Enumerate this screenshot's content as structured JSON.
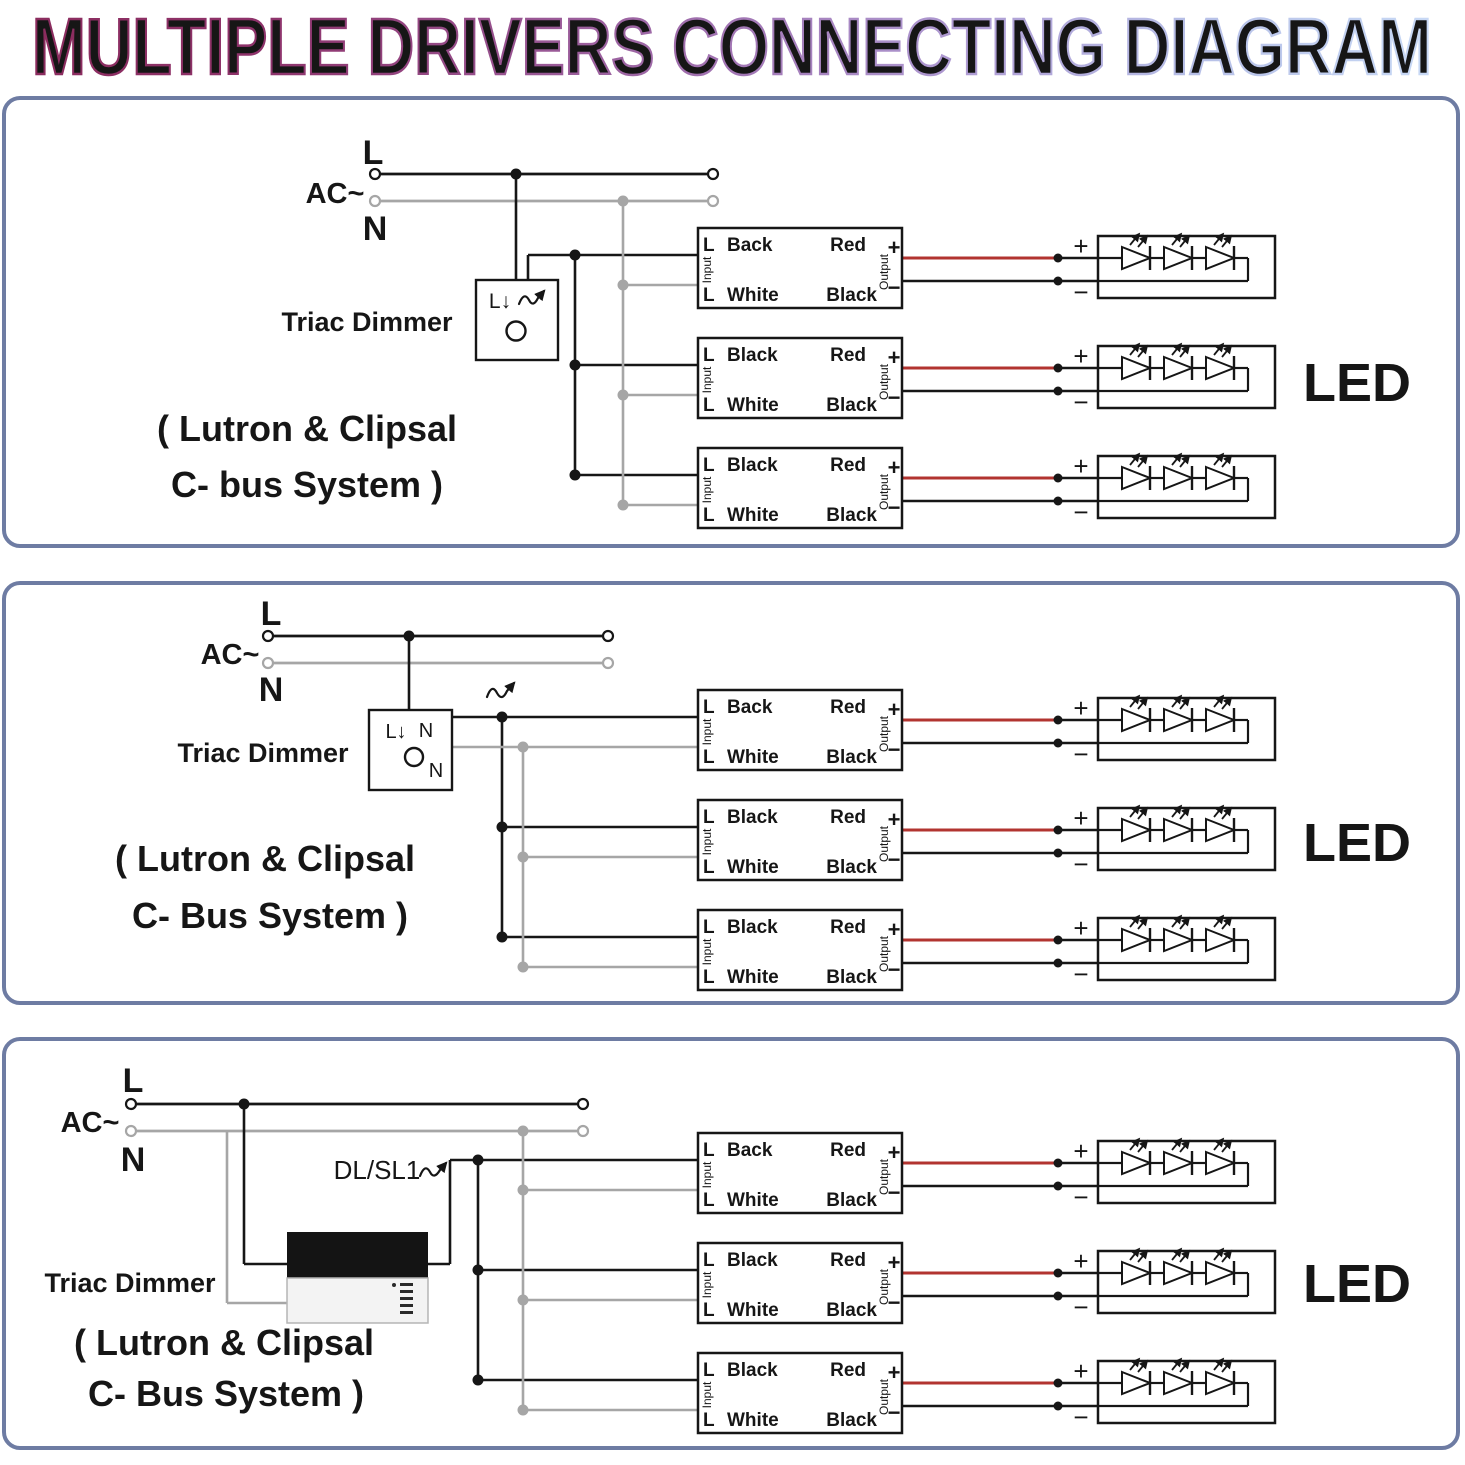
{
  "title": "MULTIPLE DRIVERS CONNECTING DIAGRAM",
  "colors": {
    "panel_border": "#6e7ca3",
    "wire": "#161616",
    "wire_neutral": "#a6a6a6",
    "wire_positive": "#b23430",
    "title_gradient": [
      "#8b2c5e",
      "#8e336b",
      "#97518e",
      "#a276b4",
      "#af9cd3",
      "#b7c0e7",
      "#c8d9f5"
    ]
  },
  "panels": [
    {
      "ac": {
        "live": "L",
        "label": "AC~",
        "neutral": "N"
      },
      "dimmer": {
        "label": "Triac Dimmer",
        "live_terminal": "L↓",
        "dim_symbol_icon": "phase-dim-arrow",
        "dial_icon": "circle-outline"
      },
      "caption": [
        "( Lutron & Clipsal",
        "C- bus System )"
      ],
      "drivers": [
        {
          "prefix": "L",
          "top": "Back",
          "bottom": "White",
          "input": "Input",
          "output": "Output",
          "red": "Red",
          "black": "Black",
          "plus": "+",
          "minus": "−"
        },
        {
          "prefix": "L",
          "top": "Black",
          "bottom": "White",
          "input": "Input",
          "output": "Output",
          "red": "Red",
          "black": "Black",
          "plus": "+",
          "minus": "−"
        },
        {
          "prefix": "L",
          "top": "Black",
          "bottom": "White",
          "input": "Input",
          "output": "Output",
          "red": "Red",
          "black": "Black",
          "plus": "+",
          "minus": "−"
        }
      ],
      "led_units": [
        {
          "plus": "+",
          "minus": "−"
        },
        {
          "plus": "+",
          "minus": "−"
        },
        {
          "plus": "+",
          "minus": "−"
        }
      ],
      "led_label": "LED"
    },
    {
      "ac": {
        "live": "L",
        "label": "AC~",
        "neutral": "N"
      },
      "dimmer": {
        "label": "Triac Dimmer",
        "live_terminal": "L↓",
        "neutral_terminal_top": "N",
        "neutral_terminal_bottom": "N",
        "dim_symbol_icon": "phase-dim-arrow",
        "dial_icon": "circle-outline"
      },
      "caption": [
        "( Lutron & Clipsal",
        "C- Bus System )"
      ],
      "drivers": [
        {
          "prefix": "L",
          "top": "Back",
          "bottom": "White",
          "input": "Input",
          "output": "Output",
          "red": "Red",
          "black": "Black",
          "plus": "+",
          "minus": "−"
        },
        {
          "prefix": "L",
          "top": "Black",
          "bottom": "White",
          "input": "Input",
          "output": "Output",
          "red": "Red",
          "black": "Black",
          "plus": "+",
          "minus": "−"
        },
        {
          "prefix": "L",
          "top": "Black",
          "bottom": "White",
          "input": "Input",
          "output": "Output",
          "red": "Red",
          "black": "Black",
          "plus": "+",
          "minus": "−"
        }
      ],
      "led_units": [
        {
          "plus": "+",
          "minus": "−"
        },
        {
          "plus": "+",
          "minus": "−"
        },
        {
          "plus": "+",
          "minus": "−"
        }
      ],
      "led_label": "LED"
    },
    {
      "ac": {
        "live": "L",
        "label": "AC~",
        "neutral": "N"
      },
      "dimmer": {
        "label": "Triac Dimmer",
        "module_label": "DL/SL1",
        "dim_symbol_icon": "phase-dim-arrow",
        "module_icon": "wall-dimmer-module"
      },
      "caption": [
        "( Lutron & Clipsal",
        "C- Bus System )"
      ],
      "drivers": [
        {
          "prefix": "L",
          "top": "Back",
          "bottom": "White",
          "input": "Input",
          "output": "Output",
          "red": "Red",
          "black": "Black",
          "plus": "+",
          "minus": "−"
        },
        {
          "prefix": "L",
          "top": "Black",
          "bottom": "White",
          "input": "Input",
          "output": "Output",
          "red": "Red",
          "black": "Black",
          "plus": "+",
          "minus": "−"
        },
        {
          "prefix": "L",
          "top": "Black",
          "bottom": "White",
          "input": "Input",
          "output": "Output",
          "red": "Red",
          "black": "Black",
          "plus": "+",
          "minus": "−"
        }
      ],
      "led_units": [
        {
          "plus": "+",
          "minus": "−"
        },
        {
          "plus": "+",
          "minus": "−"
        },
        {
          "plus": "+",
          "minus": "−"
        }
      ],
      "led_label": "LED"
    }
  ]
}
